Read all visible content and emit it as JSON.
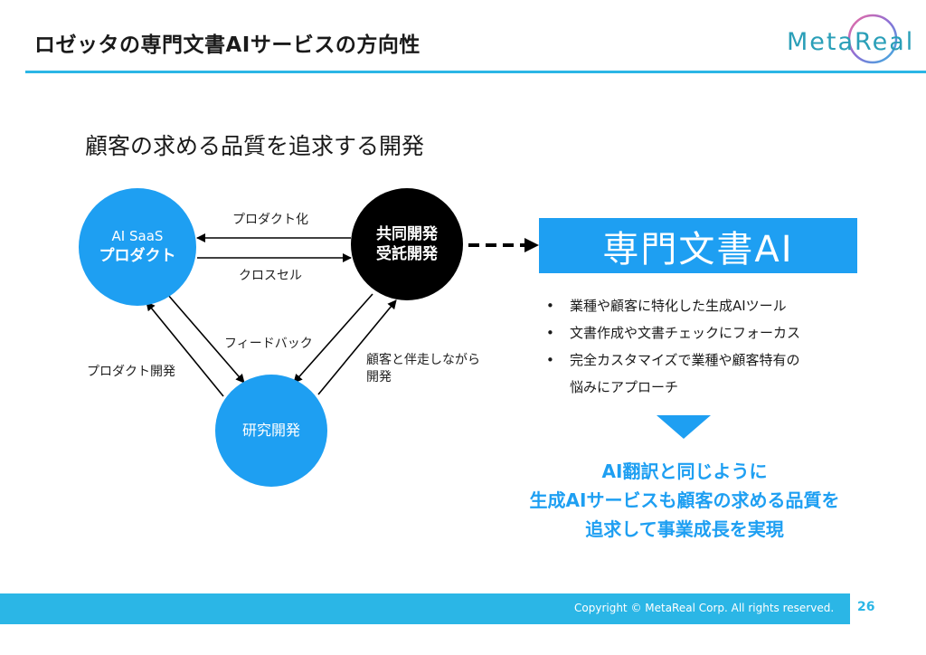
{
  "header": {
    "title": "ロゼッタの専門文書AIサービスの方向性",
    "logo_text": "MetaReal"
  },
  "subtitle": "顧客の求める品質を追求する開発",
  "diagram": {
    "nodes": {
      "saas_line1": "AI SaaS",
      "saas_line2": "プロダクト",
      "joint_line1": "共同開発",
      "joint_line2": "受託開発",
      "rd": "研究開発"
    },
    "edges": {
      "productize": "プロダクト化",
      "cross_sell": "クロスセル",
      "feedback": "フィードバック",
      "product_dev": "プロダクト開発",
      "cocreate_line1": "顧客と伴走しながら",
      "cocreate_line2": "開発"
    }
  },
  "ai_box": {
    "label": "専門文書AI"
  },
  "bullets": {
    "items": [
      "業種や顧客に特化した生成AIツール",
      "文書作成や文書チェックにフォーカス",
      "完全カスタマイズで業種や顧客特有の"
    ],
    "continuation": "悩みにアプローチ",
    "marker": "•"
  },
  "conclusion": {
    "line1": "AI翻訳と同じように",
    "line2": "生成AIサービスも顧客の求める品質を",
    "line3": "追求して事業成長を実現"
  },
  "footer": {
    "copyright": "Copyright © MetaReal Corp. All rights reserved.",
    "page_number": "26"
  },
  "colors": {
    "accent_blue": "#1e9ff2",
    "rule_cyan": "#2bb6e6",
    "node_black": "#000000"
  }
}
